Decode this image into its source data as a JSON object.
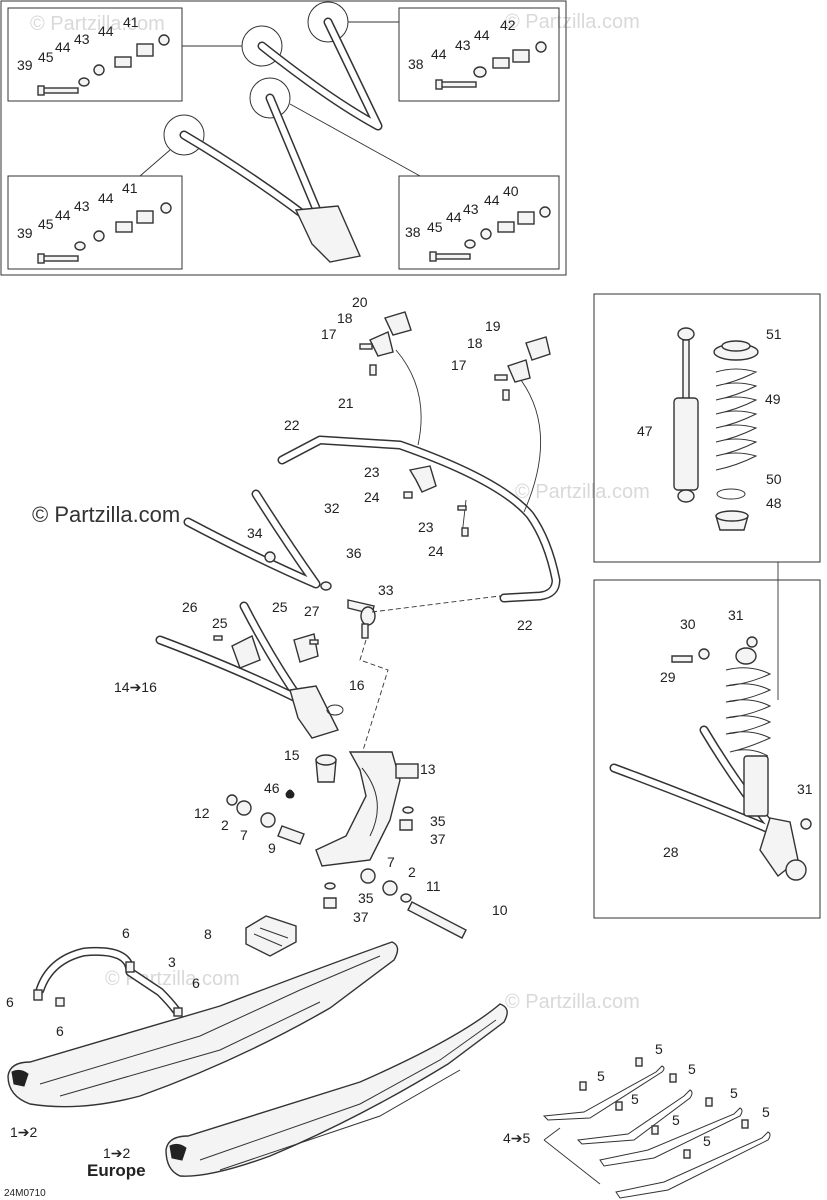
{
  "watermarks": {
    "brand": "© Partzilla.com",
    "faint": "© Partzilla.com"
  },
  "diagram_code": "24M0710",
  "region_label": "Europe",
  "callouts": {
    "c41a": "41",
    "c44a": "44",
    "c43a": "43",
    "c44b": "44",
    "c45a": "45",
    "c39a": "39",
    "c42": "42",
    "c44c": "44",
    "c43b": "43",
    "c44d": "44",
    "c38a": "38",
    "c41b": "41",
    "c44e": "44",
    "c43c": "43",
    "c44f": "44",
    "c45b": "45",
    "c39b": "39",
    "c40": "40",
    "c44g": "44",
    "c43d": "43",
    "c44h": "44",
    "c45c": "45",
    "c38b": "38",
    "c20": "20",
    "c18a": "18",
    "c17a": "17",
    "c19": "19",
    "c18b": "18",
    "c17b": "17",
    "c21": "21",
    "c22a": "22",
    "c23a": "23",
    "c24a": "24",
    "c23b": "23",
    "c24b": "24",
    "c32": "32",
    "c34": "34",
    "c36": "36",
    "c33": "33",
    "c22b": "22",
    "c26": "26",
    "c25a": "25",
    "c25b": "25",
    "c27": "27",
    "c14": "14➔16",
    "c16": "16",
    "c15": "15",
    "c13": "13",
    "c46": "46",
    "c12": "12",
    "c2a": "2",
    "c7a": "7",
    "c9": "9",
    "c35a": "35",
    "c37a": "37",
    "c7b": "7",
    "c2b": "2",
    "c11": "11",
    "c35b": "35",
    "c37b": "37",
    "c10": "10",
    "c8": "8",
    "c6a": "6",
    "c3": "3",
    "c6b": "6",
    "c6c": "6",
    "c6d": "6",
    "c1a": "1➔2",
    "c1b": "1➔2",
    "c51": "51",
    "c49": "49",
    "c47": "47",
    "c50": "50",
    "c48": "48",
    "c30": "30",
    "c31a": "31",
    "c29": "29",
    "c31b": "31",
    "c28": "28",
    "c5a": "5",
    "c5b": "5",
    "c5c": "5",
    "c5d": "5",
    "c5e": "5",
    "c5f": "5",
    "c5g": "5",
    "c4": "4➔5"
  }
}
